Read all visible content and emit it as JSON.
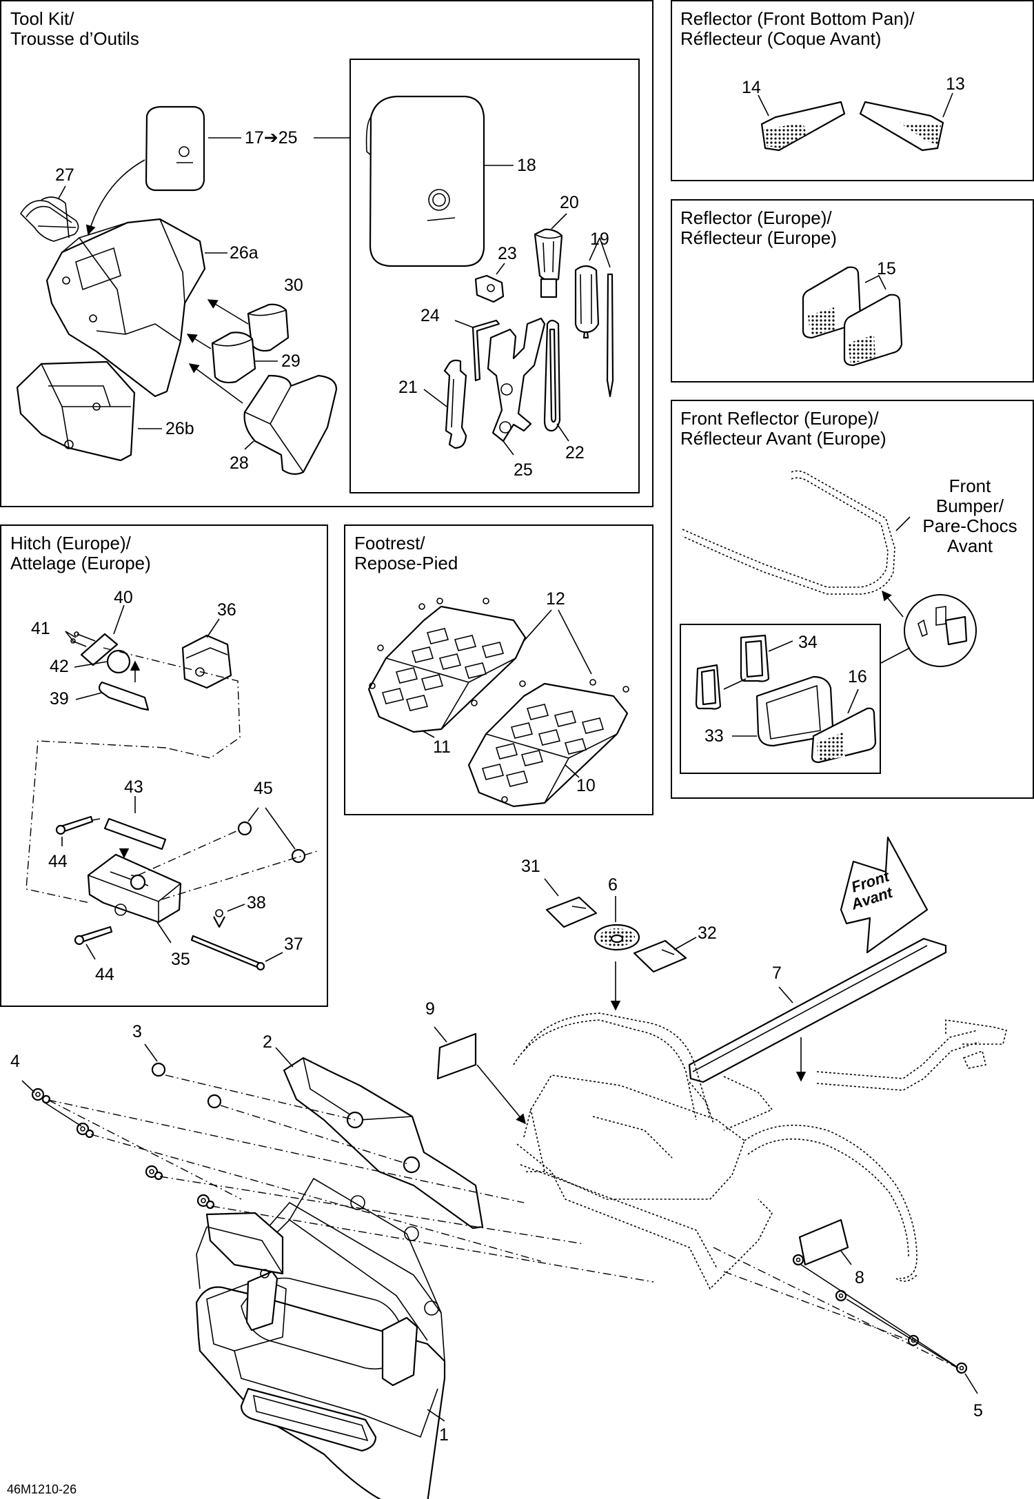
{
  "panels": {
    "toolkit": {
      "title1": "Tool Kit/",
      "title2": "Trousse d’Outils"
    },
    "reflector_front_bottom": {
      "title1": "Reflector (Front Bottom Pan)/",
      "title2": "Réflecteur (Coque Avant)"
    },
    "reflector_europe": {
      "title1": "Reflector (Europe)/",
      "title2": "Réflecteur (Europe)"
    },
    "front_reflector_europe": {
      "title1": "Front Reflector (Europe)/",
      "title2": "Réflecteur Avant (Europe)",
      "bumper_label": [
        "Front",
        "Bumper/",
        "Pare-Chocs",
        "Avant"
      ]
    },
    "hitch": {
      "title1": "Hitch (Europe)/",
      "title2": "Attelage (Europe)"
    },
    "footrest": {
      "title1": "Footrest/",
      "title2": "Repose-Pied"
    }
  },
  "callouts": {
    "c1": "1",
    "c2": "2",
    "c3": "3",
    "c4": "4",
    "c5": "5",
    "c6": "6",
    "c7": "7",
    "c8": "8",
    "c9": "9",
    "c10": "10",
    "c11": "11",
    "c12": "12",
    "c13": "13",
    "c14": "14",
    "c15": "15",
    "c16": "16",
    "c17_25": "17➔25",
    "c18": "18",
    "c19": "19",
    "c20": "20",
    "c21": "21",
    "c22": "22",
    "c23": "23",
    "c24": "24",
    "c25": "25",
    "c26a": "26a",
    "c26b": "26b",
    "c27": "27",
    "c28": "28",
    "c29": "29",
    "c30": "30",
    "c31": "31",
    "c32": "32",
    "c33": "33",
    "c34": "34",
    "c35": "35",
    "c36": "36",
    "c37": "37",
    "c38": "38",
    "c39": "39",
    "c40": "40",
    "c41": "41",
    "c42": "42",
    "c43": "43",
    "c44a": "44",
    "c44b": "44",
    "c45": "45"
  },
  "arrow_sign": {
    "line1": "Front",
    "line2": "Avant"
  },
  "footer_code": "46M1210-26"
}
